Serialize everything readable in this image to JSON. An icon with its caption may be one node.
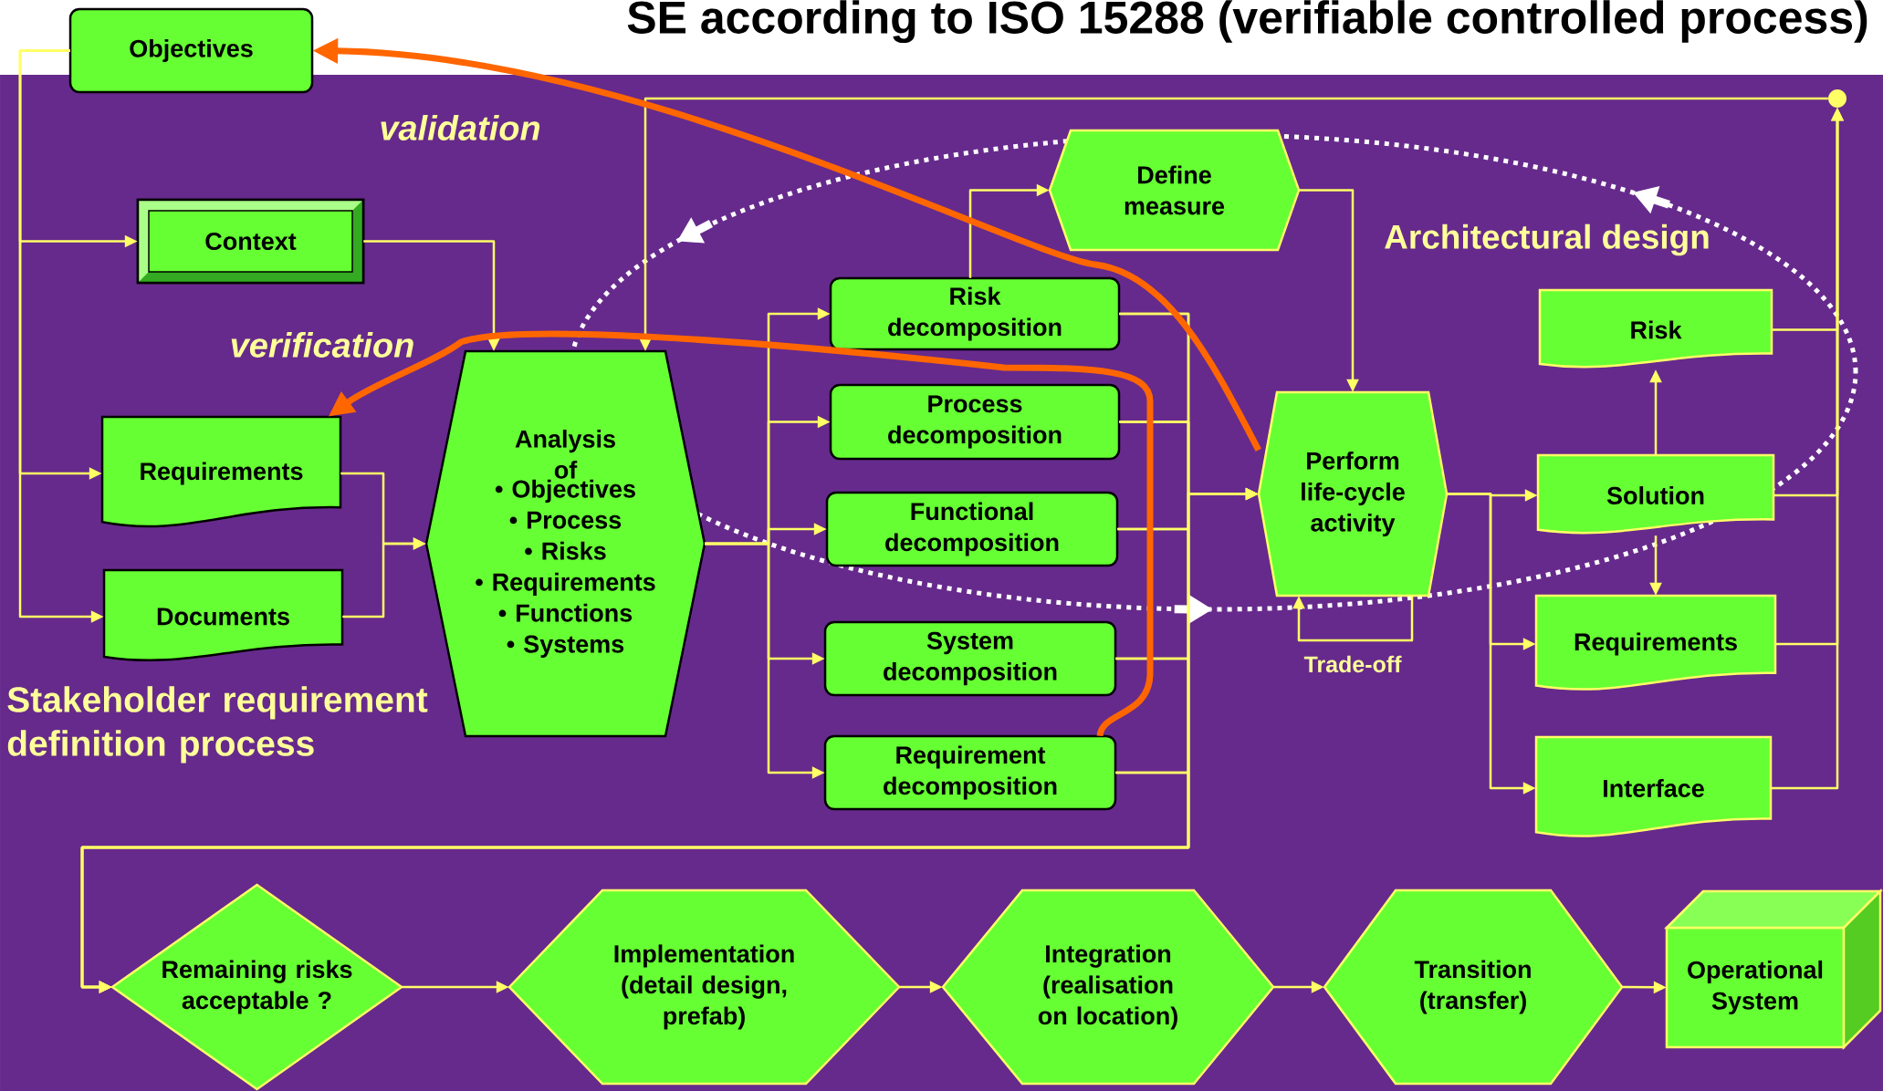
{
  "diagram": {
    "title": "SE according to ISO 15288 (verifiable controlled process)",
    "nodes": [
      {
        "text": [
          "Objectives"
        ]
      },
      {
        "text": [
          "Context"
        ]
      },
      {
        "text": [
          "Requirements"
        ]
      },
      {
        "text": [
          "Documents"
        ]
      },
      {
        "text": [
          "Analysis of",
          "• Objectives",
          "• Process",
          "• Risks",
          "• Requirements",
          "• Functions",
          "• Systems"
        ]
      },
      {
        "text": [
          "Risk decomposition"
        ]
      },
      {
        "text": [
          "Process decomposition"
        ]
      },
      {
        "text": [
          "Functional decomposition"
        ]
      },
      {
        "text": [
          "System decomposition"
        ]
      },
      {
        "text": [
          "Requirement decomposition"
        ]
      },
      {
        "text": [
          "Define measure"
        ]
      },
      {
        "text": [
          "Perform life-cycle activity"
        ]
      },
      {
        "text": [
          "Risk"
        ]
      },
      {
        "text": [
          "Solution"
        ]
      },
      {
        "text": [
          "Requirements"
        ]
      },
      {
        "text": [
          "Interface"
        ]
      },
      {
        "text": [
          "Remaining risks acceptable ?"
        ]
      },
      {
        "text": [
          "Implementation (detail design, prefab)"
        ]
      },
      {
        "text": [
          "Integration (realisation on location)"
        ]
      },
      {
        "text": [
          "Transition (transfer)"
        ]
      },
      {
        "text": [
          "Operational System"
        ]
      },
      {
        "text": [],
        "shape": "circle"
      }
    ],
    "edges": [
      {
        "from": 0,
        "to": 1,
        "arrow": "to"
      },
      {
        "from": 0,
        "to": 2,
        "arrow": "to"
      },
      {
        "from": 0,
        "to": 3,
        "arrow": "to"
      },
      {
        "from": 1,
        "to": 4,
        "arrow": "to"
      },
      {
        "from": 2,
        "to": 4,
        "arrow": "to"
      },
      {
        "from": 3,
        "to": 4,
        "arrow": "to"
      },
      {
        "from": 4,
        "to": 5,
        "arrow": "to"
      },
      {
        "from": 4,
        "to": 6,
        "arrow": "to"
      },
      {
        "from": 4,
        "to": 7,
        "arrow": "to"
      },
      {
        "from": 4,
        "to": 8,
        "arrow": "to"
      },
      {
        "from": 4,
        "to": 9,
        "arrow": "to"
      },
      {
        "from": 5,
        "to": 10,
        "arrow": "to"
      },
      {
        "from": 10,
        "to": 11,
        "arrow": "to"
      },
      {
        "from": 5,
        "to": 11,
        "arrow": "to"
      },
      {
        "from": 6,
        "to": 11,
        "arrow": "to"
      },
      {
        "from": 7,
        "to": 11,
        "arrow": "to"
      },
      {
        "from": 8,
        "to": 11,
        "arrow": "to"
      },
      {
        "from": 9,
        "to": 11,
        "arrow": "to"
      },
      {
        "from": 5,
        "to": 16,
        "arrow": "to"
      },
      {
        "from": 6,
        "to": 16,
        "arrow": "to"
      },
      {
        "from": 7,
        "to": 16,
        "arrow": "to"
      },
      {
        "from": 8,
        "to": 16,
        "arrow": "to"
      },
      {
        "from": 9,
        "to": 16,
        "arrow": "to"
      },
      {
        "from": 11,
        "to": 11,
        "arrow": "to",
        "label": "Trade-off"
      },
      {
        "from": 11,
        "to": 13,
        "arrow": "to"
      },
      {
        "from": 11,
        "to": 14,
        "arrow": "to"
      },
      {
        "from": 11,
        "to": 15,
        "arrow": "to"
      },
      {
        "from": 13,
        "to": 12,
        "arrow": "to"
      },
      {
        "from": 13,
        "to": 14,
        "arrow": "to"
      },
      {
        "from": 12,
        "to": 21,
        "arrow": "to"
      },
      {
        "from": 13,
        "to": 21,
        "arrow": "to"
      },
      {
        "from": 14,
        "to": 21,
        "arrow": "to"
      },
      {
        "from": 15,
        "to": 21,
        "arrow": "to"
      },
      {
        "from": 21,
        "to": 4,
        "arrow": "to"
      },
      {
        "from": 16,
        "to": 17,
        "arrow": "to"
      },
      {
        "from": 17,
        "to": 18,
        "arrow": "to"
      },
      {
        "from": 18,
        "to": 19,
        "arrow": "to"
      },
      {
        "from": 19,
        "to": 20,
        "arrow": "to"
      },
      {
        "from": 11,
        "to": 0,
        "arrow": "to",
        "style": "thick",
        "color": "#ff6600"
      },
      {
        "from": 9,
        "to": 2,
        "arrow": "to",
        "style": "thick",
        "color": "#ff6600"
      }
    ],
    "labels": [
      "validation",
      "Architectural design",
      "verification",
      "Stakeholder requirement definition process"
    ]
  }
}
